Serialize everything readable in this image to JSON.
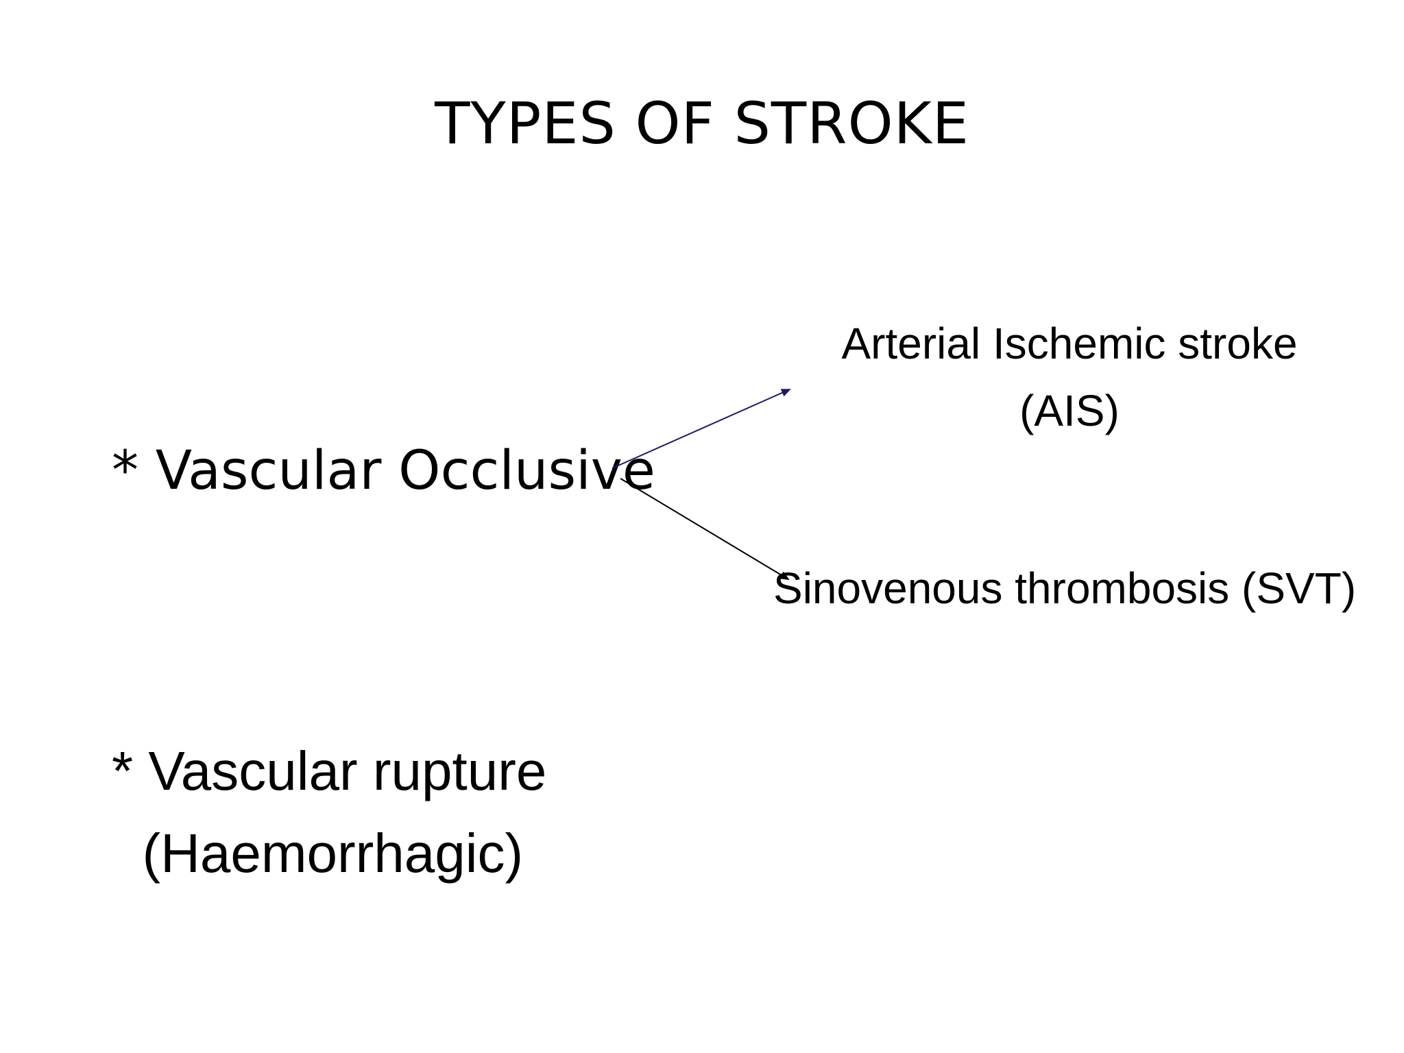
{
  "title": "TYPES OF STROKE",
  "bullets": {
    "occlusive": "* Vascular Occlusive",
    "rupture_line1": "* Vascular rupture",
    "rupture_line2": "  (Haemorrhagic)"
  },
  "branches": {
    "ais_line1": "Arterial Ischemic stroke",
    "ais_line2": "(AIS)",
    "svt": "Sinovenous thrombosis (SVT)"
  },
  "colors": {
    "text": "#000000",
    "arrow_upper": "#1a1a66",
    "arrow_lower": "#000000",
    "background": "#ffffff"
  }
}
